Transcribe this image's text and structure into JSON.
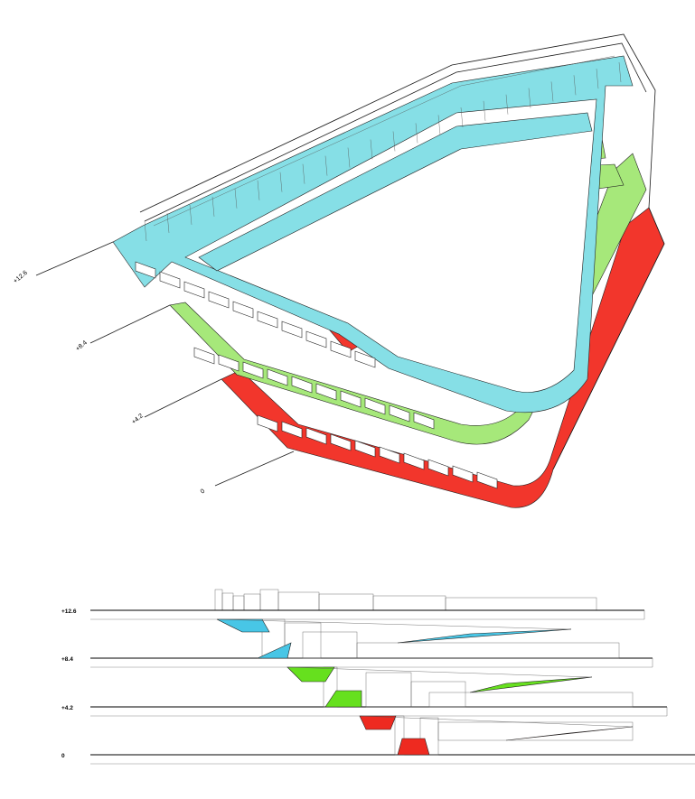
{
  "axon": {
    "levels": [
      {
        "key": "l3",
        "label": "+12.6",
        "color": "#86dfe6"
      },
      {
        "key": "l2",
        "label": "+8.4",
        "color": "#a6e87a"
      },
      {
        "key": "l1",
        "label": "+4.2",
        "color": "#f2362c"
      },
      {
        "key": "l0",
        "label": "0",
        "color": "#ffffff"
      }
    ]
  },
  "section": {
    "levels": [
      {
        "key": "s3",
        "label": "+12.6",
        "ramp_color": "#48c6e6"
      },
      {
        "key": "s2",
        "label": "+8.4",
        "ramp_color": "#66e01e"
      },
      {
        "key": "s1",
        "label": "+4.2",
        "ramp_color": "#ee2a20"
      },
      {
        "key": "s0",
        "label": "0",
        "ramp_color": ""
      }
    ]
  }
}
